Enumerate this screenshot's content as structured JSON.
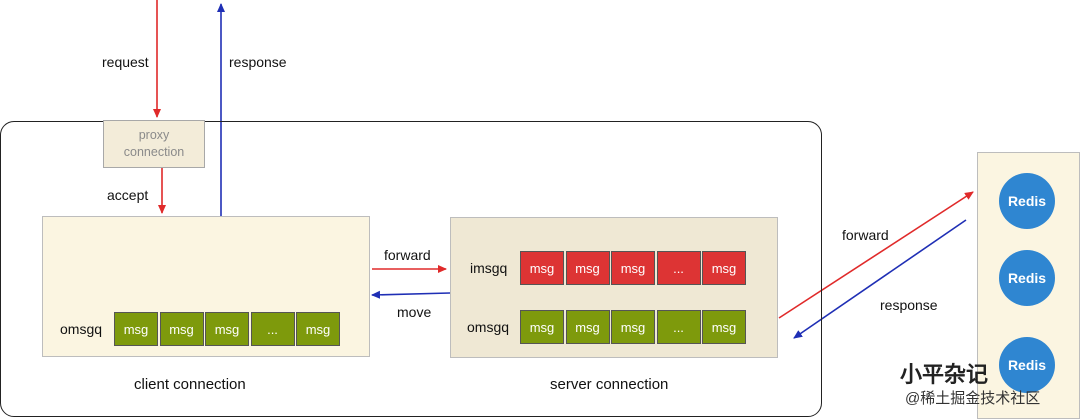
{
  "labels": {
    "request": "request",
    "response_top": "response",
    "proxy_line1": "proxy",
    "proxy_line2": "connection",
    "accept": "accept",
    "forward_mid": "forward",
    "move": "move",
    "forward_right": "forward",
    "response_right": "response",
    "client_caption": "client connection",
    "server_caption": "server connection"
  },
  "client": {
    "omsgq_label": "omsgq",
    "omsgq": [
      "msg",
      "msg",
      "msg",
      "...",
      "msg"
    ]
  },
  "server": {
    "imsgq_label": "imsgq",
    "imsgq": [
      "msg",
      "msg",
      "msg",
      "...",
      "msg"
    ],
    "omsgq_label": "omsgq",
    "omsgq": [
      "msg",
      "msg",
      "msg",
      "...",
      "msg"
    ]
  },
  "redis": [
    "Redis",
    "Redis",
    "Redis"
  ],
  "watermark": {
    "title": "小平杂记",
    "sub": "@稀土掘金技术社区"
  },
  "colors": {
    "request_arrow": "#e02a2a",
    "response_arrow": "#1f2fb5",
    "queue_green": "#7e9a0c",
    "queue_red": "#dd3434",
    "redis_blue": "#2f86d1"
  }
}
